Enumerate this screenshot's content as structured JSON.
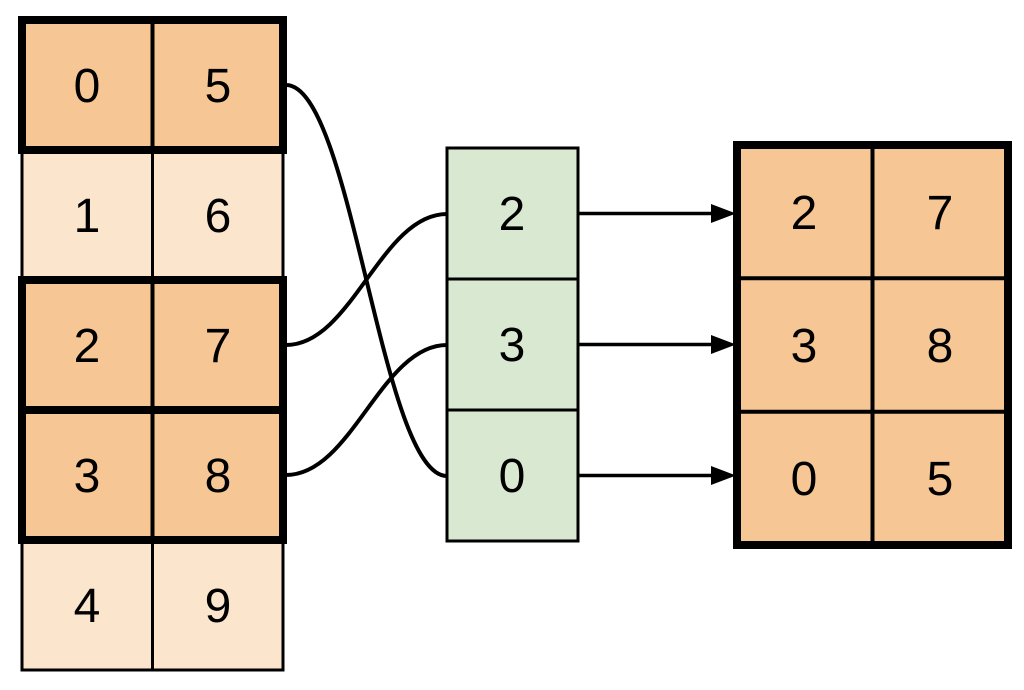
{
  "diagram": {
    "title": "row-indexing-diagram",
    "colors": {
      "highlight_cell": "#f6c694",
      "plain_cell": "#fbe5cc",
      "index_cell": "#d9e8d1",
      "line": "#000000",
      "background": "#ffffff"
    },
    "source_table": {
      "columns": 2,
      "rows": [
        {
          "left": "0",
          "right": "5",
          "highlighted": true
        },
        {
          "left": "1",
          "right": "6",
          "highlighted": false
        },
        {
          "left": "2",
          "right": "7",
          "highlighted": true
        },
        {
          "left": "3",
          "right": "8",
          "highlighted": true
        },
        {
          "left": "4",
          "right": "9",
          "highlighted": false
        }
      ]
    },
    "index_column": {
      "cells": [
        {
          "value": "2"
        },
        {
          "value": "3"
        },
        {
          "value": "0"
        }
      ]
    },
    "result_table": {
      "rows": [
        {
          "left": "2",
          "right": "7"
        },
        {
          "left": "3",
          "right": "8"
        },
        {
          "left": "0",
          "right": "5"
        }
      ]
    },
    "connectors": {
      "curves": [
        {
          "from_source_row": "0,5",
          "to_index_cell": "0"
        },
        {
          "from_source_row": "2,7",
          "to_index_cell": "2"
        },
        {
          "from_source_row": "3,8",
          "to_index_cell": "3"
        }
      ],
      "arrows": [
        {
          "from_index_cell": "2",
          "to_result_row": "2,7"
        },
        {
          "from_index_cell": "3",
          "to_result_row": "3,8"
        },
        {
          "from_index_cell": "0",
          "to_result_row": "0,5"
        }
      ]
    }
  }
}
